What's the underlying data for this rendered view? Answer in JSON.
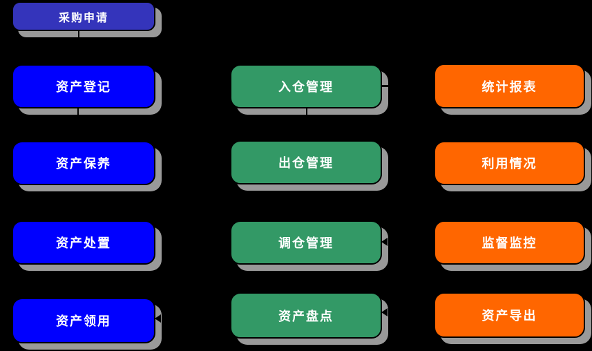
{
  "diagram": {
    "background_color": "#000000",
    "shadow_color": "#999999",
    "text_color": "#ffffff",
    "columns": [
      {
        "name": "asset-lifecycle",
        "accent_color": "#0000FF",
        "nodes": [
          {
            "label": "采购申请",
            "color": "#3434BB"
          },
          {
            "label": "资产登记",
            "color": "#0000FF"
          },
          {
            "label": "资产保养",
            "color": "#0000FF"
          },
          {
            "label": "资产处置",
            "color": "#0000FF"
          },
          {
            "label": "资产领用",
            "color": "#0000FF"
          }
        ]
      },
      {
        "name": "warehouse-management",
        "accent_color": "#339966",
        "nodes": [
          {
            "label": "入仓管理",
            "color": "#339966"
          },
          {
            "label": "出仓管理",
            "color": "#339966"
          },
          {
            "label": "调仓管理",
            "color": "#339966"
          },
          {
            "label": "资产盘点",
            "color": "#339966"
          }
        ]
      },
      {
        "name": "reporting",
        "accent_color": "#FF6600",
        "nodes": [
          {
            "label": "统计报表",
            "color": "#FF6600"
          },
          {
            "label": "利用情况",
            "color": "#FF6600"
          },
          {
            "label": "监督监控",
            "color": "#FF6600"
          },
          {
            "label": "资产导出",
            "color": "#FF6600"
          }
        ]
      }
    ]
  }
}
